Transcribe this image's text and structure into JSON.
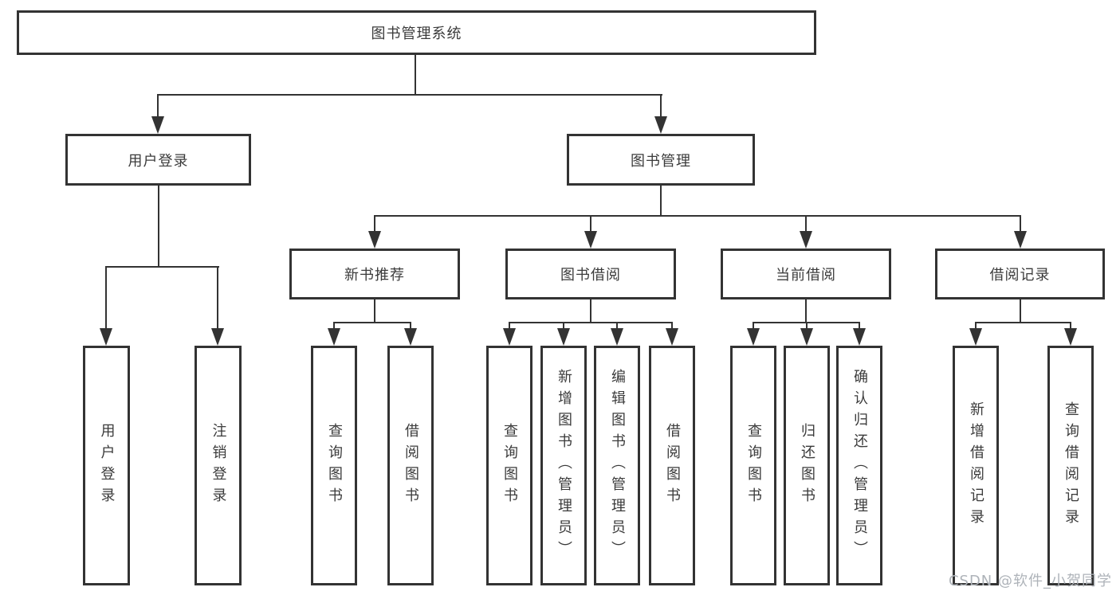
{
  "diagram": {
    "root": {
      "label": "图书管理系统"
    },
    "branches": [
      {
        "label": "用户登录",
        "children": [
          {
            "label": "用户登录"
          },
          {
            "label": "注销登录"
          }
        ]
      },
      {
        "label": "图书管理",
        "children": [
          {
            "label": "新书推荐",
            "children": [
              {
                "label": "查询图书"
              },
              {
                "label": "借阅图书"
              }
            ]
          },
          {
            "label": "图书借阅",
            "children": [
              {
                "label": "查询图书"
              },
              {
                "label": "新增图书（管理员）"
              },
              {
                "label": "编辑图书（管理员）"
              },
              {
                "label": "借阅图书"
              }
            ]
          },
          {
            "label": "当前借阅",
            "children": [
              {
                "label": "查询图书"
              },
              {
                "label": "归还图书"
              },
              {
                "label": "确认归还（管理员）"
              }
            ]
          },
          {
            "label": "借阅记录",
            "children": [
              {
                "label": "新增借阅记录"
              },
              {
                "label": "查询借阅记录"
              }
            ]
          }
        ]
      }
    ],
    "watermark": "CSDN @软件_小贺同学",
    "colors": {
      "line": "#333333",
      "box_border": "#333333",
      "text": "#3b3b3b",
      "watermark": "#aeb3b9",
      "background": "#ffffff"
    }
  }
}
